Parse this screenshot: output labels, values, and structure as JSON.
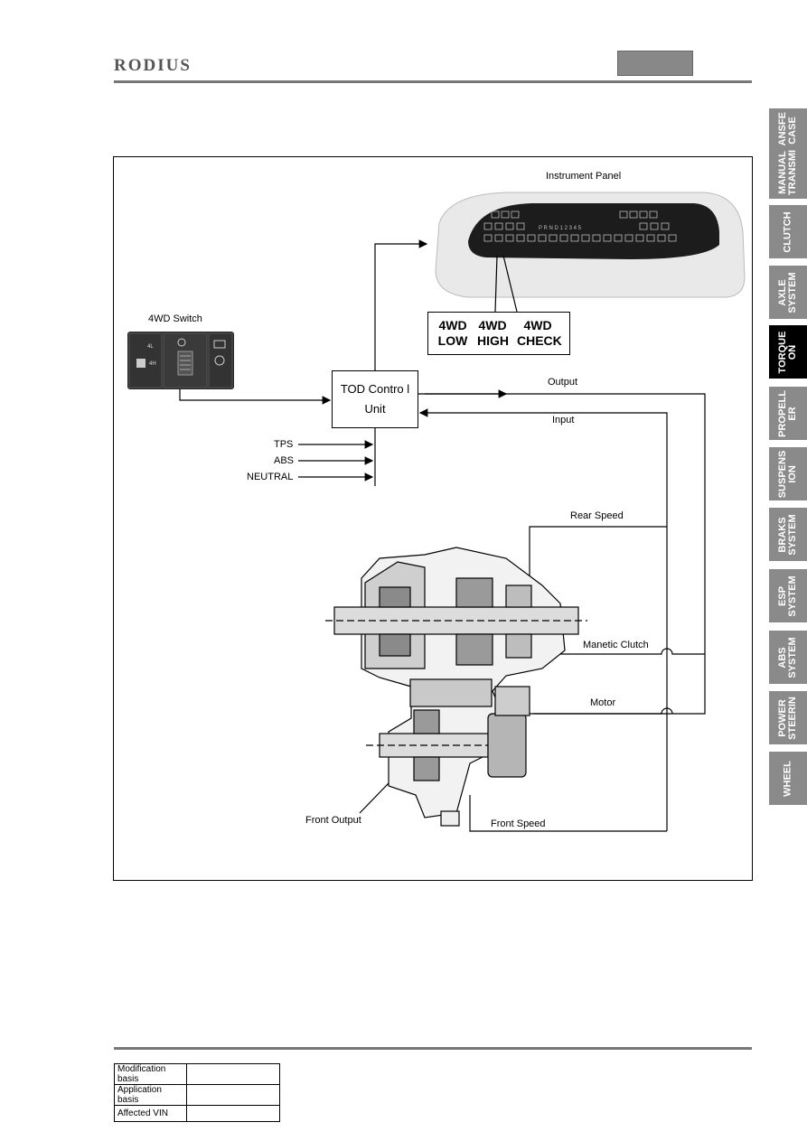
{
  "header": {
    "logo": "RODIUS"
  },
  "tabs": [
    {
      "label": "TRANSFE\nR CASE",
      "active": false
    },
    {
      "label": "MANUAL\nTRANSMI",
      "active": false
    },
    {
      "label": "CLUTCH",
      "active": false
    },
    {
      "label": "AXLE\nSYSTEM",
      "active": false
    },
    {
      "label": "TORQUE\nON",
      "active": true
    },
    {
      "label": "PROPELL\nER",
      "active": false
    },
    {
      "label": "SUSPENS\nION",
      "active": false
    },
    {
      "label": "BRAKS\nSYSTEM",
      "active": false
    },
    {
      "label": "ESP\nSYSTEM",
      "active": false
    },
    {
      "label": "ABS\nSYSTEM",
      "active": false
    },
    {
      "label": "POWER\nSTEERIN",
      "active": false
    },
    {
      "label": "WHEEL",
      "active": false
    }
  ],
  "diagram": {
    "instrument_panel": "Instrument Panel",
    "panel_gear_row": "P  R  N  D  1  2  3  4  5",
    "switch_title": "4WD  Switch",
    "switch_4l": "4L",
    "switch_4h": "4H",
    "indicators": [
      {
        "line1": "4WD",
        "line2": "LOW"
      },
      {
        "line1": "4WD",
        "line2": "HIGH"
      },
      {
        "line1": "4WD",
        "line2": "CHECK"
      }
    ],
    "tod_line1": "TOD  Contro l",
    "tod_line2": "Unit",
    "output": "Output",
    "input": "Input",
    "tps": "TPS",
    "abs": "ABS",
    "neutral": "NEUTRAL",
    "rear_speed": "Rear Speed",
    "magnetic_clutch": "Manetic Clutch",
    "motor": "Motor",
    "front_output": "Front Output",
    "front_speed": "Front Speed"
  },
  "footer": {
    "rows": [
      {
        "label": "Modification basis",
        "value": ""
      },
      {
        "label": "Application basis",
        "value": ""
      },
      {
        "label": "Affected VIN",
        "value": ""
      }
    ]
  }
}
